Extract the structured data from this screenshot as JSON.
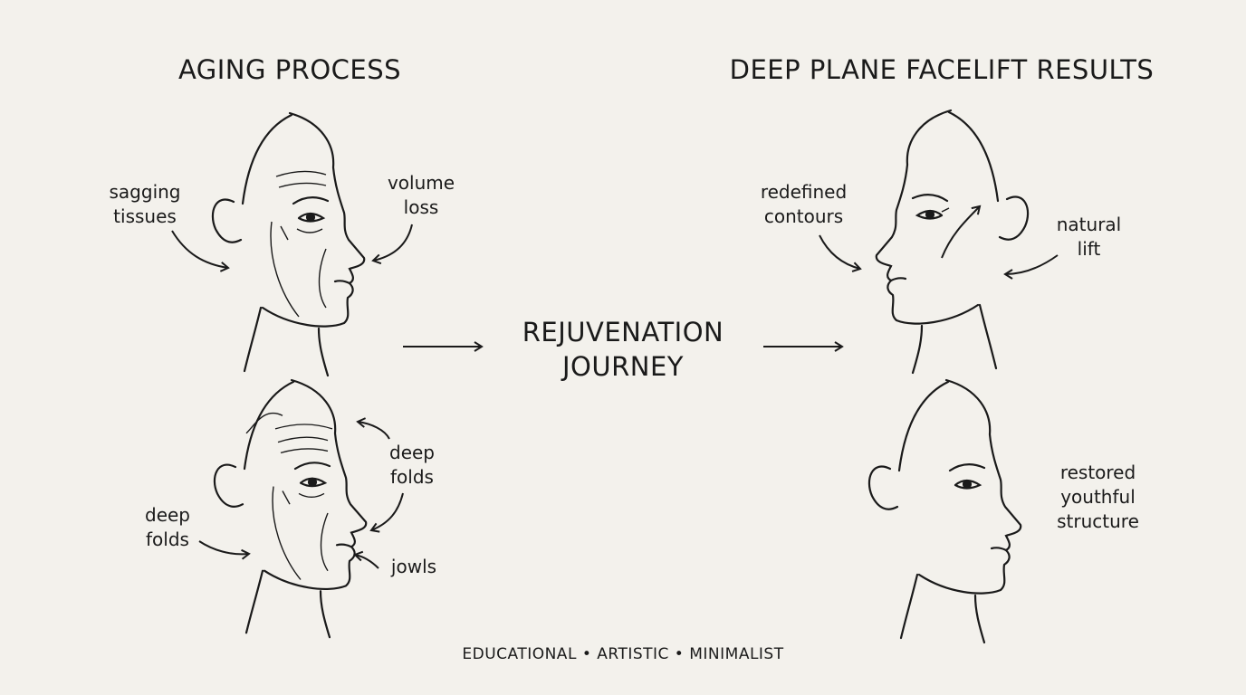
{
  "titles": {
    "left": "AGING PROCESS",
    "right": "DEEP PLANE FACELIFT RESULTS"
  },
  "center": {
    "line1": "REJUVENATION",
    "line2": "JOURNEY"
  },
  "labels": {
    "sagging_1": "sagging",
    "sagging_2": "tissues",
    "volume_1": "volume",
    "volume_2": "loss",
    "deep_folds_right_1": "deep",
    "deep_folds_right_2": "folds",
    "deep_folds_left_1": "deep",
    "deep_folds_left_2": "folds",
    "jowls": "jowls",
    "redefined_1": "redefined",
    "redefined_2": "contours",
    "natural_1": "natural",
    "natural_2": "lift",
    "restored_1": "restored",
    "restored_2": "youthful",
    "restored_3": "structure"
  },
  "footer": "EDUCATIONAL • ARTISTIC • MINIMALIST",
  "colors": {
    "background": "#f3f1ec",
    "ink": "#1a1a1a"
  }
}
